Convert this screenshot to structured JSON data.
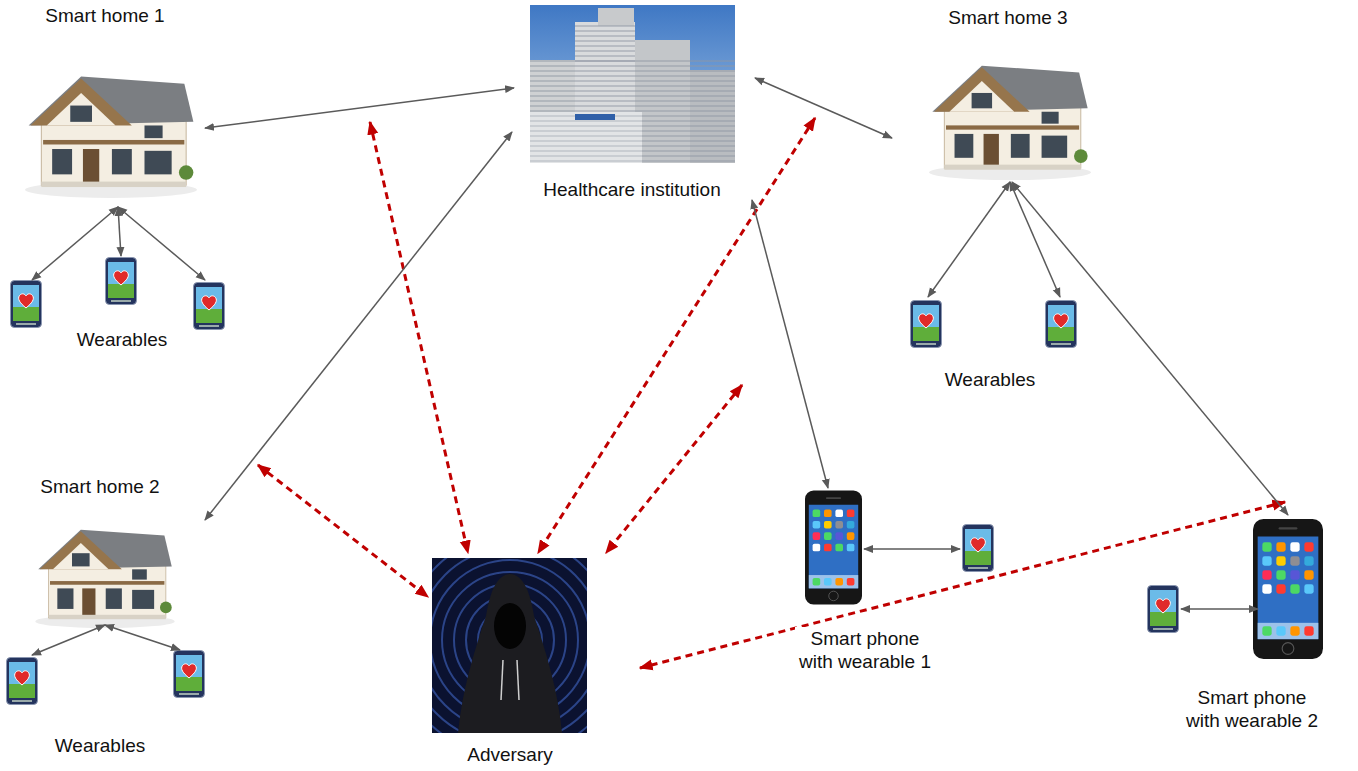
{
  "diagram": {
    "nodes": [
      {
        "text": [
          "Smart home 1"
        ]
      },
      {
        "text": [
          "Healthcare institution"
        ]
      },
      {
        "text": [
          "Smart home 3"
        ]
      },
      {
        "text": [
          "Wearables"
        ]
      },
      {
        "text": [
          "Wearables"
        ]
      },
      {
        "text": [
          "Smart home 2"
        ]
      },
      {
        "text": [
          "Smart phone with wearable 1"
        ]
      },
      {
        "text": [
          "Smart phone with wearable 2"
        ]
      },
      {
        "text": [
          "Wearables"
        ]
      },
      {
        "text": [
          "Adversary"
        ]
      }
    ],
    "edges": [
      {
        "from": 0,
        "to": 1,
        "arrow": "both"
      },
      {
        "from": 5,
        "to": 1,
        "arrow": "both"
      },
      {
        "from": 1,
        "to": 2,
        "arrow": "both"
      },
      {
        "from": 1,
        "to": 6,
        "arrow": "both"
      },
      {
        "from": 2,
        "to": 7,
        "arrow": "both"
      },
      {
        "from": 0,
        "to": 3,
        "arrow": "both"
      },
      {
        "from": 0,
        "to": 3,
        "arrow": "both"
      },
      {
        "from": 0,
        "to": 3,
        "arrow": "both"
      },
      {
        "from": 2,
        "to": 4,
        "arrow": "both"
      },
      {
        "from": 2,
        "to": 4,
        "arrow": "both"
      },
      {
        "from": 5,
        "to": 8,
        "arrow": "both"
      },
      {
        "from": 5,
        "to": 8,
        "arrow": "both"
      }
    ]
  }
}
